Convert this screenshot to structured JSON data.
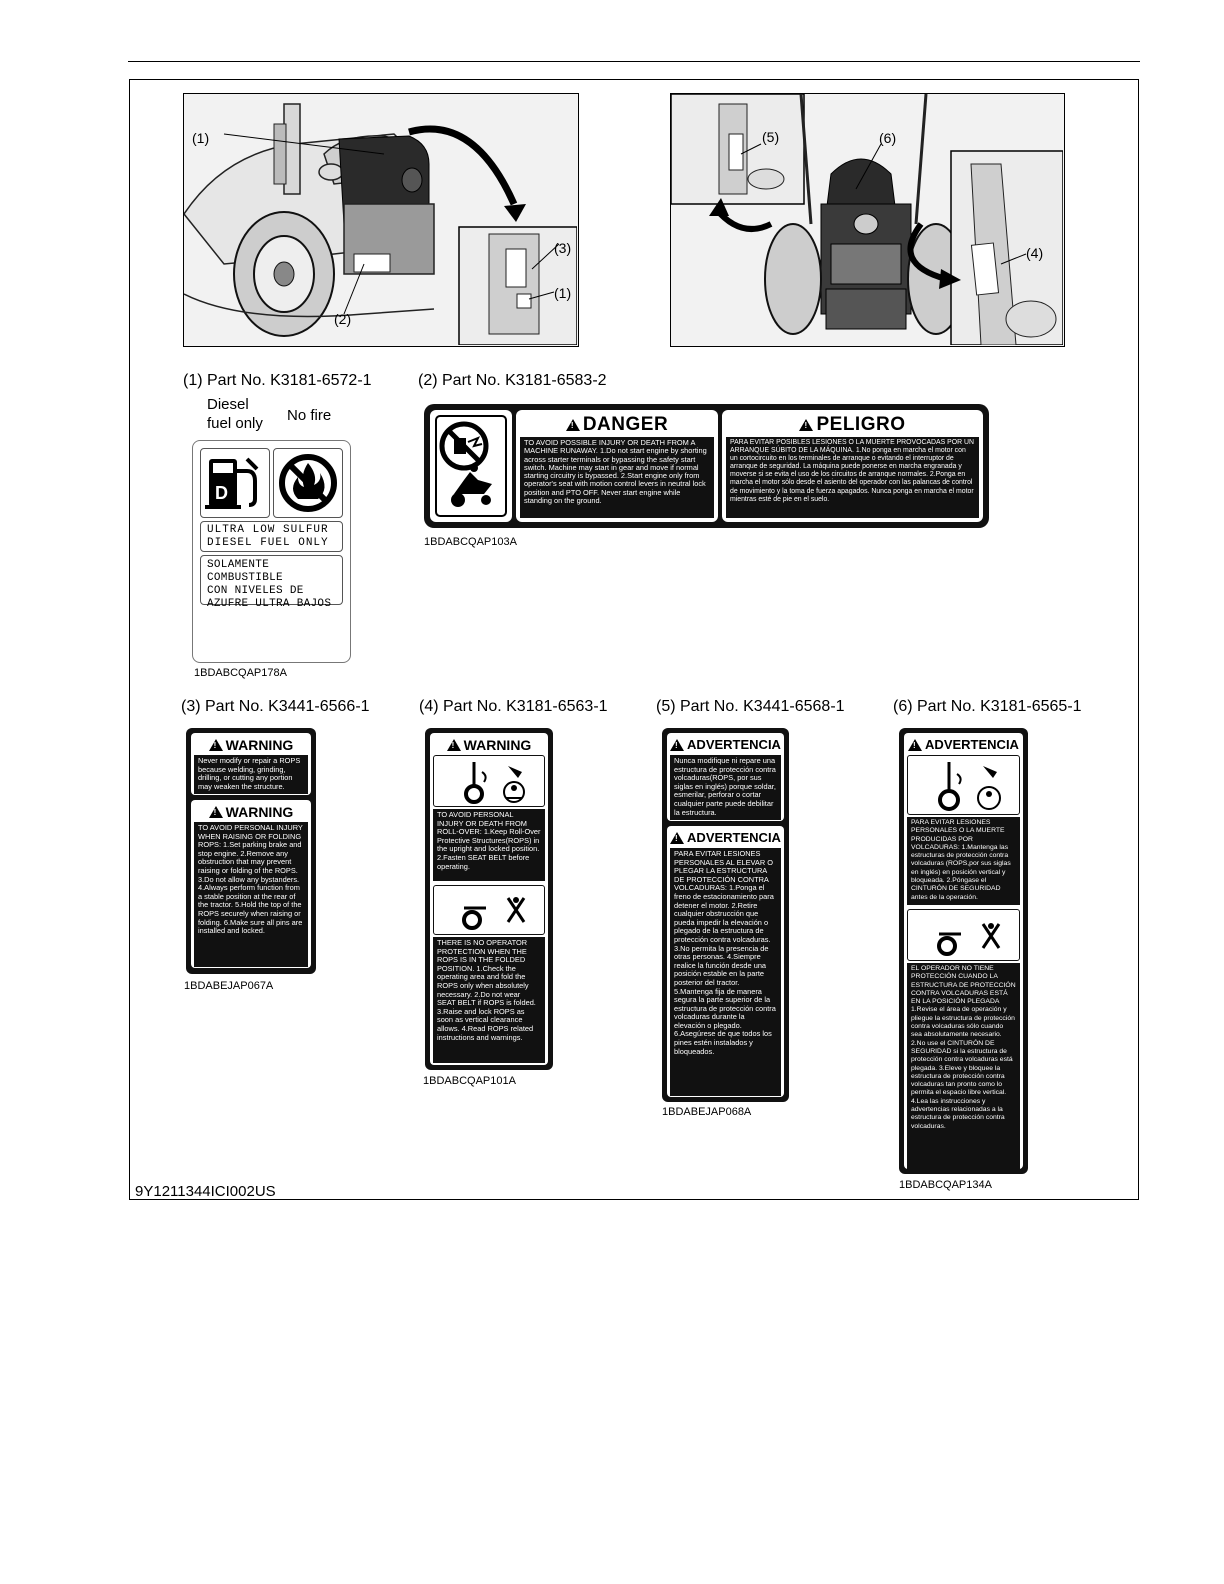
{
  "doc_code": "9Y1211344ICI002US",
  "photo_left": {
    "callout_1a": "(1)",
    "callout_2": "(2)",
    "callout_3": "(3)",
    "callout_1b": "(1)"
  },
  "photo_right": {
    "callout_5": "(5)",
    "callout_6": "(6)",
    "callout_4": "(4)"
  },
  "decal1": {
    "caption": "(1) Part No. K3181-6572-1",
    "label_diesel_1": "Diesel",
    "label_diesel_2": "fuel only",
    "label_nofire": "No fire",
    "box1_line1": "ULTRA LOW SULFUR",
    "box1_line2": "DIESEL FUEL ONLY",
    "box2_line1": "SOLAMENTE COMBUSTIBLE",
    "box2_line2": "CON NIVELES DE",
    "box2_line3": "AZUFRE ULTRA BAJOS",
    "ref": "1BDABCQAP178A"
  },
  "decal2": {
    "caption": "(2) Part No. K3181-6583-2",
    "danger_head": "DANGER",
    "danger_text": "TO AVOID POSSIBLE INJURY OR DEATH FROM A MACHINE RUNAWAY. 1.Do not start engine by shorting across starter terminals or bypassing the safety start switch. Machine may start in gear and move if normal starting circuitry is bypassed. 2.Start engine only from operator's seat with motion control levers in neutral lock position and PTO OFF. Never start engine while standing on the ground.",
    "peligro_head": "PELIGRO",
    "peligro_text": "PARA EVITAR POSIBLES LESIONES O LA MUERTE PROVOCADAS POR UN ARRANQUE SÚBITO DE LA MÁQUINA. 1.No ponga en marcha el motor con un cortocircuito en los terminales de arranque o evitando el interruptor de arranque de seguridad. La máquina puede ponerse en marcha engranada y moverse si se evita el uso de los circuitos de arranque normales. 2.Ponga en marcha el motor sólo desde el asiento del operador con las palancas de control de movimiento y la toma de fuerza apagados. Nunca ponga en marcha el motor mientras esté de pie en el suelo.",
    "ref": "1BDABCQAP103A"
  },
  "decal3": {
    "caption": "(3) Part No. K3441-6566-1",
    "head1": "WARNING",
    "text1": "Never modify or repair a ROPS because welding, grinding, drilling, or cutting any portion may weaken the structure.",
    "head2": "WARNING",
    "text2": "TO AVOID PERSONAL INJURY WHEN RAISING OR FOLDING ROPS: 1.Set parking brake and stop engine. 2.Remove any obstruction that may prevent raising or folding of the ROPS. 3.Do not allow any bystanders. 4.Always perform function from a stable position at the rear of the tractor. 5.Hold the top of the ROPS securely when raising or folding. 6.Make sure all pins are installed and locked.",
    "ref": "1BDABEJAP067A"
  },
  "decal4": {
    "caption": "(4) Part No. K3181-6563-1",
    "head": "WARNING",
    "text1": "TO AVOID PERSONAL INJURY OR DEATH FROM ROLL-OVER: 1.Keep Roll-Over Protective Structures(ROPS) in the upright and locked position. 2.Fasten SEAT BELT before operating.",
    "text2": "THERE IS NO OPERATOR PROTECTION WHEN THE ROPS IS IN THE FOLDED POSITION. 1.Check the operating area and fold the ROPS only when absolutely necessary. 2.Do not wear SEAT BELT if ROPS is folded. 3.Raise and lock ROPS as soon as vertical clearance allows. 4.Read ROPS related instructions and warnings.",
    "ref": "1BDABCQAP101A"
  },
  "decal5": {
    "caption": "(5) Part No. K3441-6568-1",
    "head1": "ADVERTENCIA",
    "text1": "Nunca modifique ni repare una estructura de protección contra volcaduras(ROPS, por sus siglas en inglés) porque soldar, esmerilar, perforar o cortar cualquier parte puede debilitar la estructura.",
    "head2": "ADVERTENCIA",
    "text2": "PARA EVITAR LESIONES PERSONALES AL ELEVAR O PLEGAR LA ESTRUCTURA DE PROTECCIÓN CONTRA VOLCADURAS: 1.Ponga el freno de estacionamiento para detener el motor. 2.Retire cualquier obstrucción que pueda impedir la elevación o plegado de la estructura de protección contra volcaduras. 3.No permita la presencia de otras personas. 4.Siempre realice la función desde una posición estable en la parte posterior del tractor. 5.Mantenga fija de manera segura la parte superior de la estructura de protección contra volcaduras durante la elevación o plegado. 6.Asegúrese de que todos los pines estén instalados y bloqueados.",
    "ref": "1BDABEJAP068A"
  },
  "decal6": {
    "caption": "(6) Part No. K3181-6565-1",
    "head": "ADVERTENCIA",
    "text1": "PARA EVITAR LESIONES PERSONALES O LA MUERTE PRODUCIDAS POR VOLCADURAS: 1.Mantenga las estructuras de protección contra volcaduras (ROPS,por sus siglas en inglés) en posición vertical y bloqueada. 2.Póngase el CINTURÓN DE SEGURIDAD antes de la operación.",
    "text2": "EL OPERADOR NO TIENE PROTECCIÓN CUANDO LA ESTRUCTURA DE PROTECCIÓN CONTRA VOLCADURAS ESTÁ EN LA POSICIÓN PLEGADA 1.Revise el área de operación y pliegue la estructura de protección contra volcaduras sólo cuando sea absolutamente necesario. 2.No use el CINTURÓN DE SEGURIDAD si la estructura de protección contra volcaduras está plegada. 3.Eleve y bloquee la estructura de protección contra volcaduras tan pronto como lo permita el espacio libre vertical. 4.Lea las instrucciones y advertencias relacionadas a la estructura de protección contra volcaduras.",
    "ref": "1BDABCQAP134A"
  }
}
